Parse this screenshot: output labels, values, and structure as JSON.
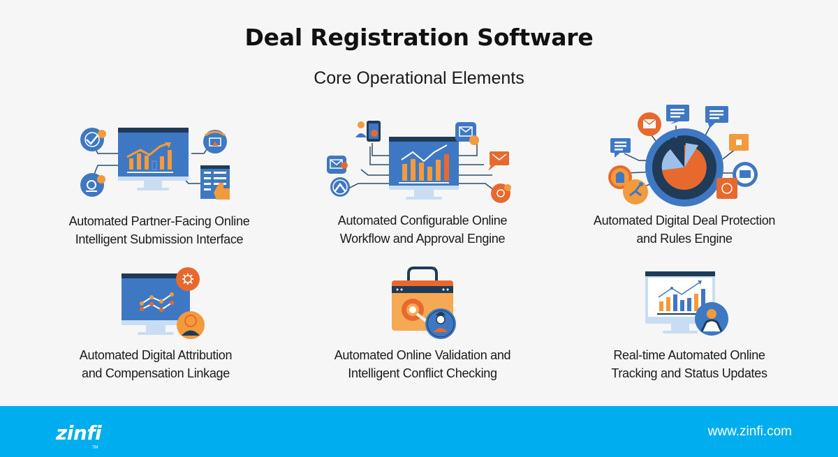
{
  "header": {
    "title": "Deal Registration Software",
    "subtitle": "Core Operational Elements"
  },
  "cards": [
    {
      "id": "submission",
      "line1": "Automated Partner-Facing Online",
      "line2": "Intelligent Submission Interface",
      "icon": "monitor-chart-with-connected-icons"
    },
    {
      "id": "workflow",
      "line1": "Automated Configurable Online",
      "line2": "Workflow and Approval Engine",
      "icon": "monitor-chart-with-mail-and-mobile-connections"
    },
    {
      "id": "protection",
      "line1": "Automated Digital Deal Protection",
      "line2": "and Rules Engine",
      "icon": "pie-chart-hub-with-messages"
    },
    {
      "id": "attribution",
      "line1": "Automated Digital Attribution",
      "line2": "and Compensation Linkage",
      "icon": "monitor-line-chart-with-user"
    },
    {
      "id": "validation",
      "line1": "Automated Online Validation and",
      "line2": "Intelligent Conflict Checking",
      "icon": "briefcase-search-with-user"
    },
    {
      "id": "tracking",
      "line1": "Real-time Automated Online",
      "line2": "Tracking and Status Updates",
      "icon": "monitor-bar-chart-with-user"
    }
  ],
  "footer": {
    "logo": "zinfi",
    "trademark": "TM",
    "url": "www.zinfi.com"
  },
  "colors": {
    "footer_bg": "#00AEEF",
    "blue": "#3f78c2",
    "dark_navy": "#1f3b57",
    "orange": "#f39a3c",
    "deep_orange": "#e8692e",
    "light_blue": "#c9ddf2"
  }
}
